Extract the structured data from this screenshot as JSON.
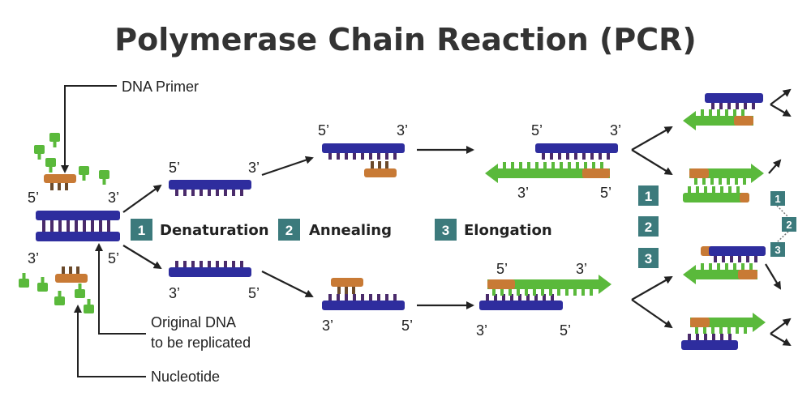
{
  "title": "Polymerase Chain Reaction (PCR)",
  "legend": {
    "primer": "DNA Primer",
    "original_dna": [
      "Original DNA",
      "to be replicated"
    ],
    "nucleotide": "Nucleotide"
  },
  "ends": {
    "five": "5’",
    "three": "3’"
  },
  "steps": [
    {
      "num": "1",
      "label": "Denaturation"
    },
    {
      "num": "2",
      "label": "Annealing"
    },
    {
      "num": "3",
      "label": "Elongation"
    }
  ],
  "colors": {
    "dna": "#2e2d9e",
    "dna_tooth": "#4a2b6b",
    "primer": "#c87a35",
    "primer_tooth": "#6b4a2b",
    "new_strand": "#5ab93b",
    "new_tooth": "#5ab93b",
    "badge": "#3c7a7c",
    "arrow": "#222222"
  },
  "icons": [
    "nucleotide-icon",
    "primer-icon",
    "arrow-icon"
  ]
}
